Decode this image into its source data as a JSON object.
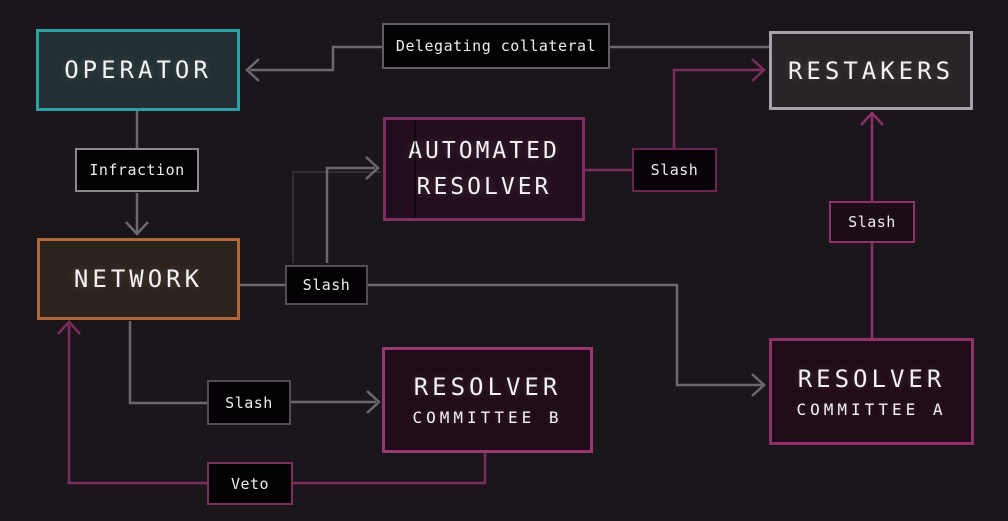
{
  "diagram": {
    "nodes": {
      "operator": {
        "label": "OPERATOR"
      },
      "restakers": {
        "label": "RESTAKERS"
      },
      "network": {
        "label": "NETWORK"
      },
      "automated_resolver": {
        "line1": "AUTOMATED",
        "line2": "RESOLVER"
      },
      "committee_a": {
        "title": "RESOLVER",
        "subtitle": "COMMITTEE A"
      },
      "committee_b": {
        "title": "RESOLVER",
        "subtitle": "COMMITTEE B"
      }
    },
    "edge_labels": {
      "delegating_collateral": "Delegating collateral",
      "infraction": "Infraction",
      "slash_network": "Slash",
      "slash_automated_resolver": "Slash",
      "slash_restakers": "Slash",
      "slash_committee_b": "Slash",
      "veto": "Veto"
    },
    "colors": {
      "background": "#1b161b",
      "operator_accent": "#2da0a3",
      "network_accent": "#b2673a",
      "restakers_accent": "#a6a2a7",
      "resolver_accent": "#903069",
      "committee_b_accent": "#97386f",
      "slash_purple_border": "#6e2450",
      "veto_border": "#7c2f5c",
      "arrow_gray": "#6b676c",
      "arrow_purple": "#7c2d5d",
      "arrow_purple_bright": "#8c3166",
      "label_background": "#040204",
      "text": "#f4f2f4"
    }
  }
}
